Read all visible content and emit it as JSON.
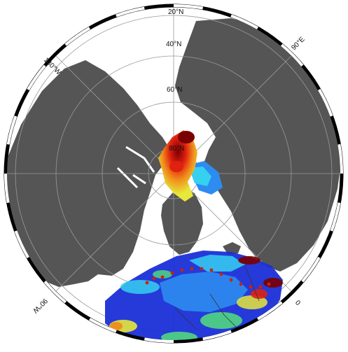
{
  "map": {
    "projection": "north-polar-stereographic",
    "colors": {
      "ocean": "#ffffff",
      "land": "#555555",
      "grid": "#9a9a9a",
      "frame_dark": "#000000",
      "frame_light": "#ffffff",
      "data_scale": [
        "#1a2fd8",
        "#2d8cf0",
        "#36d0f0",
        "#52e07a",
        "#e8e83a",
        "#f08a1a",
        "#e02010",
        "#7a0000"
      ]
    },
    "latitude_labels": [
      "20°N",
      "40°N",
      "60°N",
      "80°N"
    ],
    "longitude_labels": [
      "180°W",
      "90°E",
      "90°W",
      "0"
    ],
    "data_regions": [
      {
        "name": "central-arctic",
        "level": "high"
      },
      {
        "name": "north-atlantic",
        "level": "low"
      }
    ],
    "station_marker_color": "#cc2200"
  }
}
